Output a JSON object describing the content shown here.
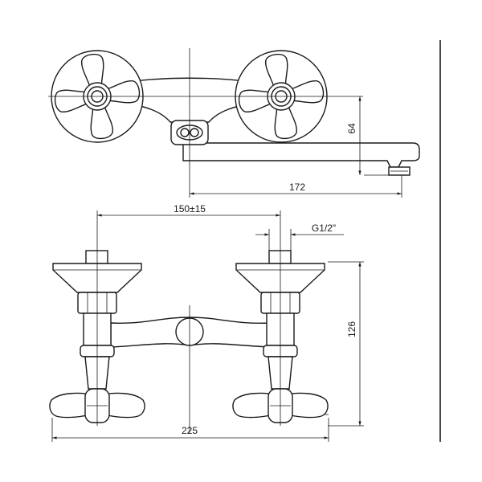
{
  "dimensions": {
    "height_spout": "64",
    "spout_reach": "172",
    "center_distance": "150±15",
    "thread": "G1/2\"",
    "height_front": "126",
    "overall_width": "225"
  }
}
